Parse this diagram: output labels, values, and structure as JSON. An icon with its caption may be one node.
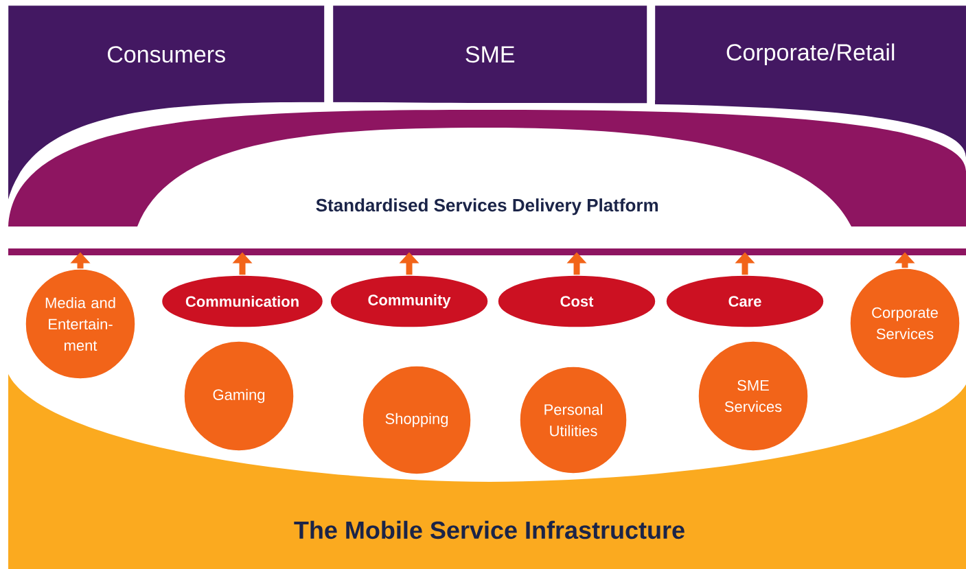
{
  "diagram": {
    "nodes": [
      {
        "text": [
          "Consumers"
        ]
      },
      {
        "text": [
          "SME"
        ]
      },
      {
        "text": [
          "Corporate/Retail"
        ]
      },
      {
        "text": [
          "Standardised Services Delivery Platform"
        ]
      },
      {
        "text": [
          "Media and Entertain-ment"
        ]
      },
      {
        "text": [
          "Communication"
        ]
      },
      {
        "text": [
          "Community"
        ]
      },
      {
        "text": [
          "Cost"
        ]
      },
      {
        "text": [
          "Care"
        ]
      },
      {
        "text": [
          "Corporate Services"
        ]
      },
      {
        "text": [
          "Gaming"
        ]
      },
      {
        "text": [
          "Shopping"
        ]
      },
      {
        "text": [
          "Personal Utilities"
        ]
      },
      {
        "text": [
          "SME Services"
        ]
      },
      {
        "text": [
          "The Mobile Service Infrastructure"
        ]
      }
    ],
    "edges": [
      {
        "from": 4,
        "to": 3,
        "arrow": "to"
      },
      {
        "from": 5,
        "to": 3,
        "arrow": "to"
      },
      {
        "from": 6,
        "to": 3,
        "arrow": "to"
      },
      {
        "from": 7,
        "to": 3,
        "arrow": "to"
      },
      {
        "from": 8,
        "to": 3,
        "arrow": "to"
      },
      {
        "from": 9,
        "to": 3,
        "arrow": "to"
      }
    ]
  }
}
